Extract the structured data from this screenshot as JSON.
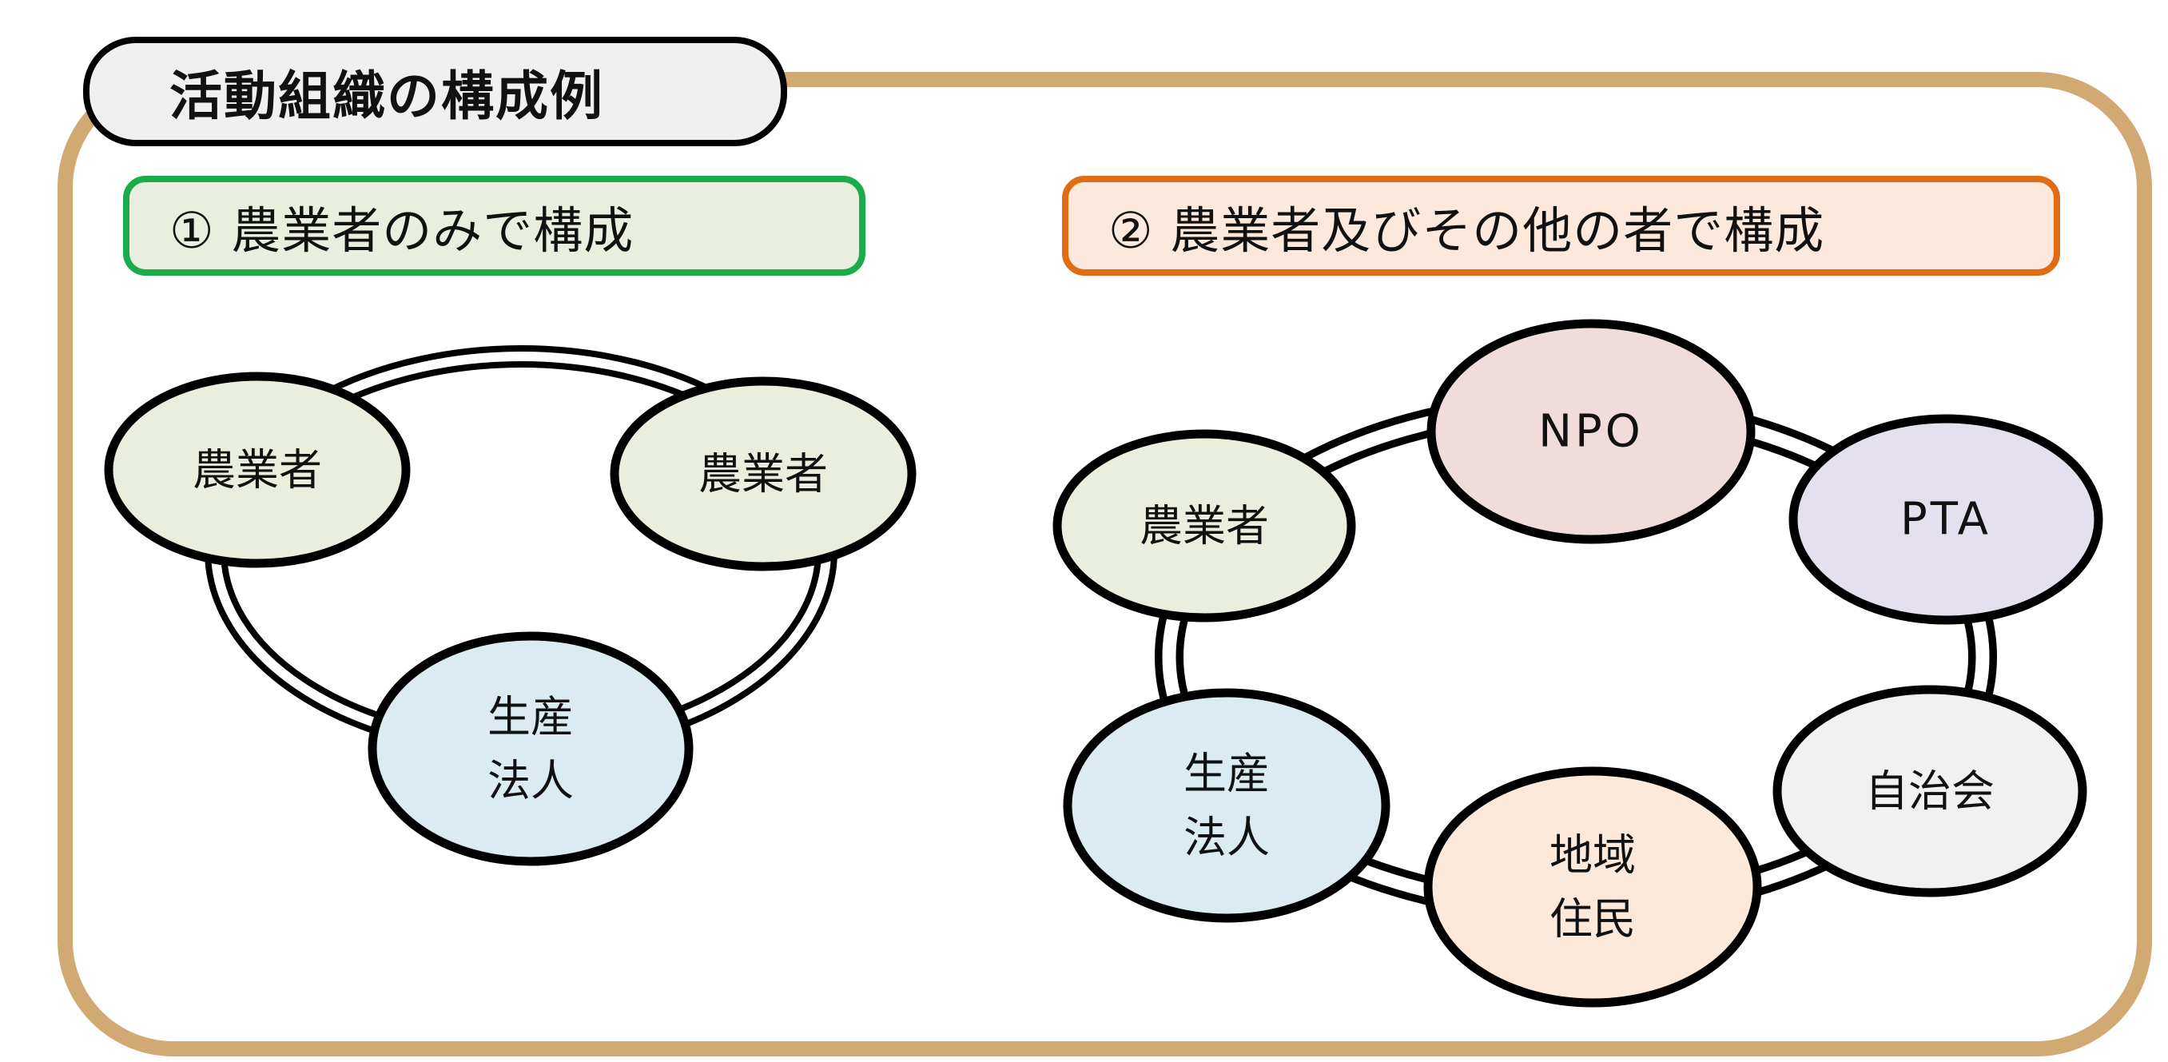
{
  "title": "活動組織の構成例",
  "colors": {
    "frame": "#d0aa72",
    "title_fill": "#f0f0f0",
    "heading1_border": "#1aab4b",
    "heading1_fill": "#e9efdf",
    "heading2_border": "#e06c16",
    "heading2_fill": "#fde9db",
    "node_outline": "#000000"
  },
  "sections": [
    {
      "heading": "① 農業者のみで構成",
      "nodes": [
        {
          "id": "farmer-a",
          "lines": [
            "農業者"
          ],
          "fill": "#e9eedd"
        },
        {
          "id": "farmer-b",
          "lines": [
            "農業者"
          ],
          "fill": "#e9eedd"
        },
        {
          "id": "production-corp",
          "lines": [
            "生産",
            "法人"
          ],
          "fill": "#daebf1"
        }
      ]
    },
    {
      "heading": "② 農業者及びその他の者で構成",
      "nodes": [
        {
          "id": "farmer",
          "lines": [
            "農業者"
          ],
          "fill": "#e9eedd"
        },
        {
          "id": "npo",
          "lines": [
            "NPO"
          ],
          "fill": "#f1dcdc"
        },
        {
          "id": "pta",
          "lines": [
            "PTA"
          ],
          "fill": "#e4e0ee"
        },
        {
          "id": "neighborhood-assoc",
          "lines": [
            "自治会"
          ],
          "fill": "#f1f1f1"
        },
        {
          "id": "local-residents",
          "lines": [
            "地域",
            "住民"
          ],
          "fill": "#fce9d9"
        },
        {
          "id": "production-corp",
          "lines": [
            "生産",
            "法人"
          ],
          "fill": "#daebf1"
        }
      ]
    }
  ]
}
